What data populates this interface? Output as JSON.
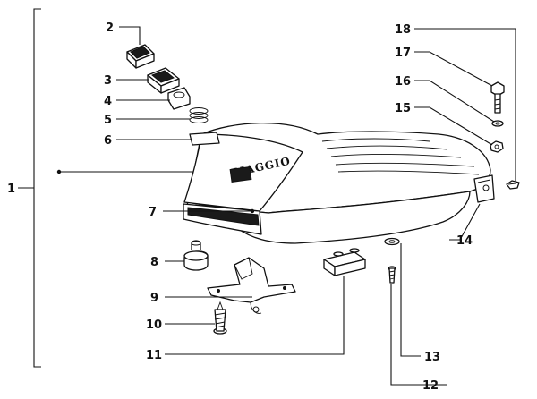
{
  "labels": {
    "l1": "1",
    "l2": "2",
    "l3": "3",
    "l4": "4",
    "l5": "5",
    "l6": "6",
    "l7": "7",
    "l8": "8",
    "l9": "9",
    "l10": "10",
    "l11": "11",
    "l12": "12",
    "l13": "13",
    "l14": "14",
    "l15": "15",
    "l16": "16",
    "l17": "17",
    "l18": "18"
  },
  "seat_logo": "PIAGGIO"
}
